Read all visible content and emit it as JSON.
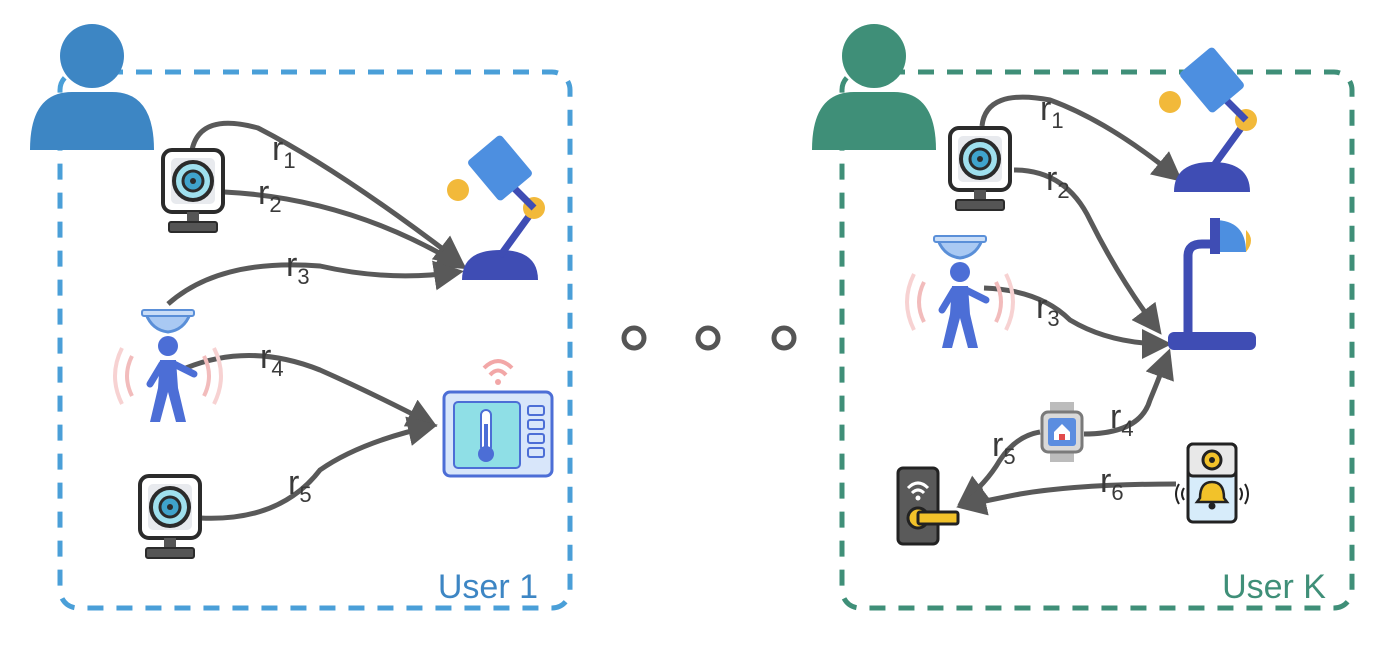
{
  "colors": {
    "user1": "#4a9fd8",
    "user1_text": "#3d86c4",
    "userk": "#3f8f78",
    "userk_text": "#3f8f78",
    "arrow": "#595959",
    "ellipsis": "#555555"
  },
  "panels": [
    {
      "label": "User 1",
      "icons": [
        "user-avatar-icon",
        "camera-icon",
        "motion-sensor-icon",
        "desk-lamp-icon",
        "thermostat-icon"
      ],
      "relations": [
        {
          "letter": "r",
          "index": "1"
        },
        {
          "letter": "r",
          "index": "2"
        },
        {
          "letter": "r",
          "index": "3"
        },
        {
          "letter": "r",
          "index": "4"
        },
        {
          "letter": "r",
          "index": "5"
        }
      ]
    },
    {
      "label": "User K",
      "icons": [
        "user-avatar-icon",
        "camera-icon",
        "motion-sensor-icon",
        "desk-lamp-icon",
        "table-lamp-icon",
        "smartwatch-icon",
        "smart-lock-icon",
        "doorbell-icon"
      ],
      "relations": [
        {
          "letter": "r",
          "index": "1"
        },
        {
          "letter": "r",
          "index": "2"
        },
        {
          "letter": "r",
          "index": "3"
        },
        {
          "letter": "r",
          "index": "4"
        },
        {
          "letter": "r",
          "index": "5"
        },
        {
          "letter": "r",
          "index": "6"
        }
      ]
    }
  ]
}
